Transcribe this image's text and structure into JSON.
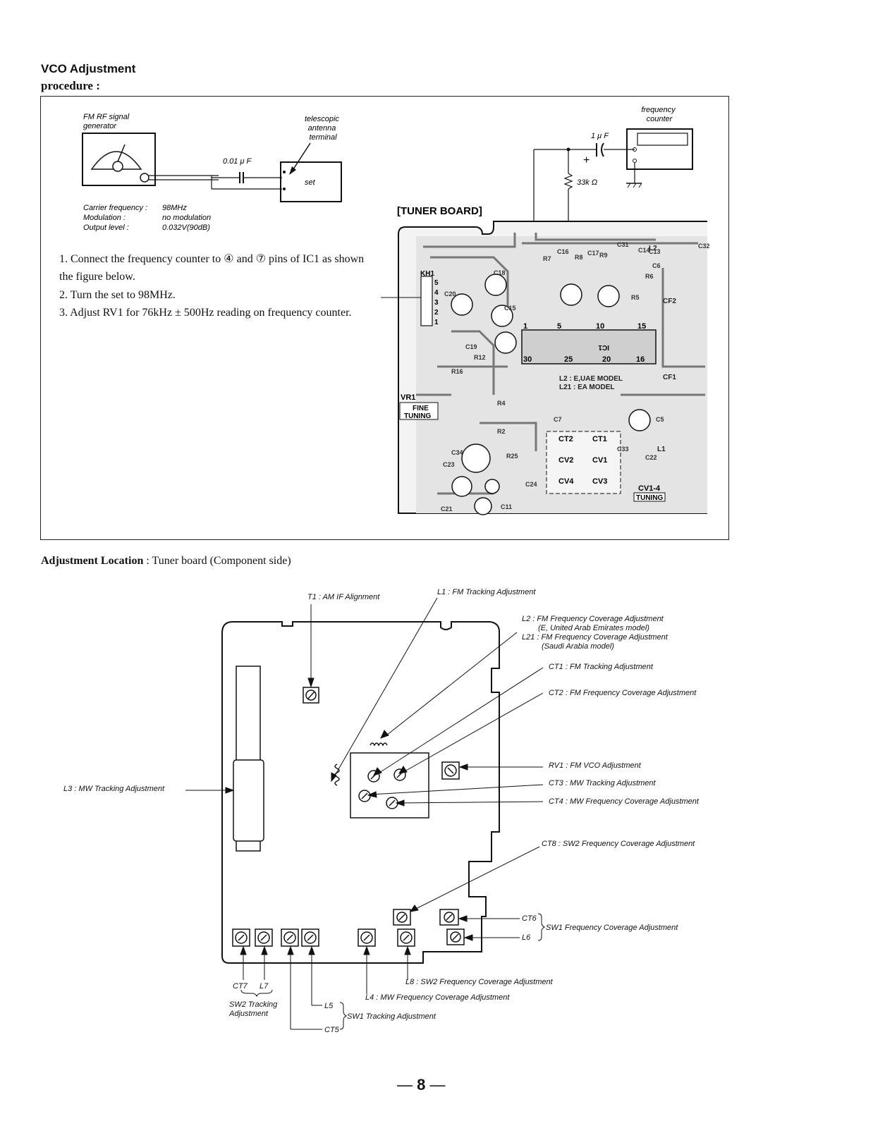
{
  "section_title": "VCO Adjustment",
  "procedure_label": "procedure :",
  "setup": {
    "generator_label": "FM RF signal\ngenerator",
    "capacitor_small": "0.01 μ F",
    "antenna_label": "telescopic\nantenna\nterminal",
    "set_label": "set",
    "spec_names": [
      "Carrier frequency :",
      "Modulation :",
      "Output level :"
    ],
    "spec_values": [
      "98MHz",
      "no modulation",
      "0.032V(90dB)"
    ],
    "counter_label": "frequency\ncounter",
    "capacitor_large": "1 μ F",
    "resistor_label": "33k Ω",
    "plus_sign": "+",
    "tuner_board_label": "[TUNER BOARD]"
  },
  "steps": [
    "1. Connect the frequency counter to ④ and ⑦ pins of IC1 as shown the figure below.",
    "2. Turn the set to 98MHz.",
    "3. Adjust RV1 for 76kHz ± 500Hz reading on frequency counter."
  ],
  "board_labels": {
    "kh1": "KH1",
    "pins": [
      "5",
      "4",
      "3",
      "2",
      "1"
    ],
    "vr1": "VR1",
    "fine_tuning": "FINE\nTUNING",
    "ic1": "IC1",
    "ic_pins": [
      "1",
      "5",
      "10",
      "15",
      "30",
      "25",
      "20",
      "16"
    ],
    "model_note": "L2 : E,UAE MODEL\nL21 : EA MODEL",
    "ct2": "CT2",
    "ct1": "CT1",
    "cv2": "CV2",
    "cv1": "CV1",
    "cv4": "CV4",
    "cv3": "CV3",
    "cv14": "CV1-4",
    "tuning": "TUNING",
    "cf1": "CF1",
    "cf2": "CF2",
    "l1": "L1",
    "l2": "L2",
    "r_labels": [
      "R7",
      "R8",
      "R9",
      "R12",
      "R16",
      "R2",
      "R4",
      "R5",
      "R6",
      "R25"
    ],
    "c_labels": [
      "C16",
      "C17",
      "C18",
      "C19",
      "C20",
      "C21",
      "C22",
      "C23",
      "C24",
      "C31",
      "C32",
      "C33",
      "C34",
      "C5",
      "C6",
      "C7",
      "C11",
      "C13",
      "C14",
      "C15"
    ]
  },
  "adjustment_location": {
    "bold": "Adjustment Location",
    "rest": " : Tuner board (Component side)"
  },
  "callouts": {
    "t1": "T1 : AM IF  Alignment",
    "l1": "L1 : FM Tracking Adjustment",
    "l2": "L2 : FM Frequency Coverage Adjustment",
    "l2_sub": "(E, United Arab Emirates model)",
    "l21": "L21 : FM Frequency Coverage Adjustment",
    "l21_sub": "(Saudi Arabia  model)",
    "ct1": "CT1 : FM Tracking Adjustment",
    "ct2": "CT2 : FM Frequency Coverage Adjustment",
    "rv1": "RV1 : FM VCO Adjustment",
    "ct3": "CT3 : MW Tracking Adjustment",
    "ct4": "CT4 : MW Frequency Coverage Adjustment",
    "l3": "L3 : MW Tracking Adjustment",
    "ct8": "CT8 : SW2 Frequency Coverage Adjustment",
    "ct6": "CT6",
    "l6": "L6",
    "sw1_freq": "SW1 Frequency Coverage Adjustment",
    "ct7": "CT7",
    "l7": "L7",
    "sw2_tracking": "SW2 Tracking\nAdjustment",
    "l5": "L5",
    "ct5": "CT5",
    "sw1_tracking": "SW1 Tracking Adjustment",
    "l8": "L8 : SW2 Frequency Coverage Adjustment",
    "l4": "L4 : MW Frequency Coverage Adjustment"
  },
  "page_number": "8",
  "page_dash": "—"
}
